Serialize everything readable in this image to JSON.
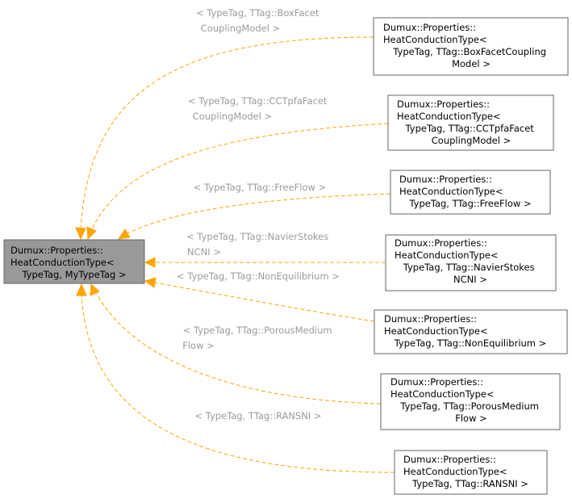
{
  "root": {
    "lines": [
      "Dumux::Properties::",
      "HeatConductionType<",
      "TypeTag, MyTypeTag >"
    ]
  },
  "colors": {
    "edge": "#ffa500",
    "root_fill": "#999999",
    "label_text": "#9a9a9a",
    "node_border": "#666666"
  },
  "nodes": [
    {
      "id": "box-facet",
      "lines": [
        "Dumux::Properties::",
        "HeatConductionType<",
        "TypeTag, TTag::BoxFacetCoupling",
        "Model >"
      ],
      "edge_label": [
        "< TypeTag, TTag::BoxFacet",
        "CouplingModel >"
      ]
    },
    {
      "id": "cctpfa-facet",
      "lines": [
        "Dumux::Properties::",
        "HeatConductionType<",
        "TypeTag, TTag::CCTpfaFacet",
        "CouplingModel >"
      ],
      "edge_label": [
        "< TypeTag, TTag::CCTpfaFacet",
        "CouplingModel >"
      ]
    },
    {
      "id": "freeflow",
      "lines": [
        "Dumux::Properties::",
        "HeatConductionType<",
        "TypeTag, TTag::FreeFlow >"
      ],
      "edge_label": [
        "< TypeTag, TTag::FreeFlow >"
      ]
    },
    {
      "id": "navierstokes-ncni",
      "lines": [
        "Dumux::Properties::",
        "HeatConductionType<",
        "TypeTag, TTag::NavierStokes",
        "NCNI >"
      ],
      "edge_label": [
        "< TypeTag, TTag::NavierStokes",
        "NCNI >"
      ]
    },
    {
      "id": "nonequilibrium",
      "lines": [
        "Dumux::Properties::",
        "HeatConductionType<",
        "TypeTag, TTag::NonEquilibrium >"
      ],
      "edge_label": [
        "< TypeTag, TTag::NonEquilibrium >"
      ]
    },
    {
      "id": "porousmedium-flow",
      "lines": [
        "Dumux::Properties::",
        "HeatConductionType<",
        "TypeTag, TTag::PorousMedium",
        "Flow >"
      ],
      "edge_label": [
        "< TypeTag, TTag::PorousMedium",
        "Flow >"
      ]
    },
    {
      "id": "ransni",
      "lines": [
        "Dumux::Properties::",
        "HeatConductionType<",
        "TypeTag, TTag::RANSNI >"
      ],
      "edge_label": [
        "< TypeTag, TTag::RANSNI >"
      ]
    }
  ]
}
